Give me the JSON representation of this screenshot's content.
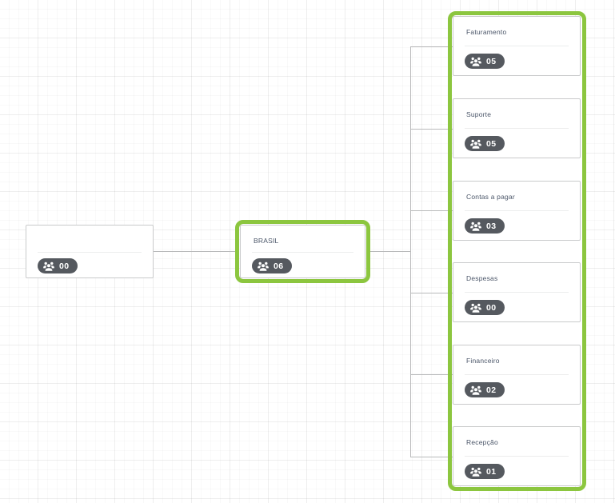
{
  "app": {
    "view_name": "org-chart",
    "icon_label": "users-group-icon",
    "accent_color": "#8cc63f",
    "badge_color": "#55595f",
    "node_border_color": "#c9cacb",
    "connector_color": "#b9babb",
    "title_color": "#4a5568"
  },
  "nodes": {
    "root": {
      "title": "",
      "count": "00",
      "selected": false
    },
    "brasil": {
      "title": "BRASIL",
      "count": "06",
      "selected": true
    },
    "children": [
      {
        "title": "Faturamento",
        "count": "05"
      },
      {
        "title": "Suporte",
        "count": "05"
      },
      {
        "title": "Contas a pagar",
        "count": "03"
      },
      {
        "title": "Despesas",
        "count": "00"
      },
      {
        "title": "Financeiro",
        "count": "02"
      },
      {
        "title": "Recepção",
        "count": "01"
      }
    ],
    "children_group_selected": true
  }
}
